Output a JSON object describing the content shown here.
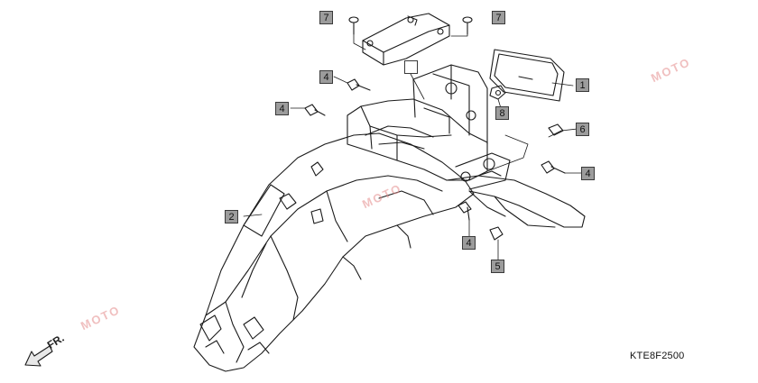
{
  "diagram": {
    "part_code": "KTE8F2500",
    "direction_label": "FR.",
    "watermark": "MOTO",
    "callouts": [
      {
        "id": "c7a",
        "label": "7"
      },
      {
        "id": "c7b",
        "label": "7"
      },
      {
        "id": "c4a",
        "label": "4"
      },
      {
        "id": "c4b",
        "label": "4"
      },
      {
        "id": "c1",
        "label": "1"
      },
      {
        "id": "c8",
        "label": "8"
      },
      {
        "id": "c6",
        "label": "6"
      },
      {
        "id": "c4c",
        "label": "4"
      },
      {
        "id": "c2",
        "label": "2"
      },
      {
        "id": "c4d",
        "label": "4"
      },
      {
        "id": "c5",
        "label": "5"
      }
    ]
  }
}
